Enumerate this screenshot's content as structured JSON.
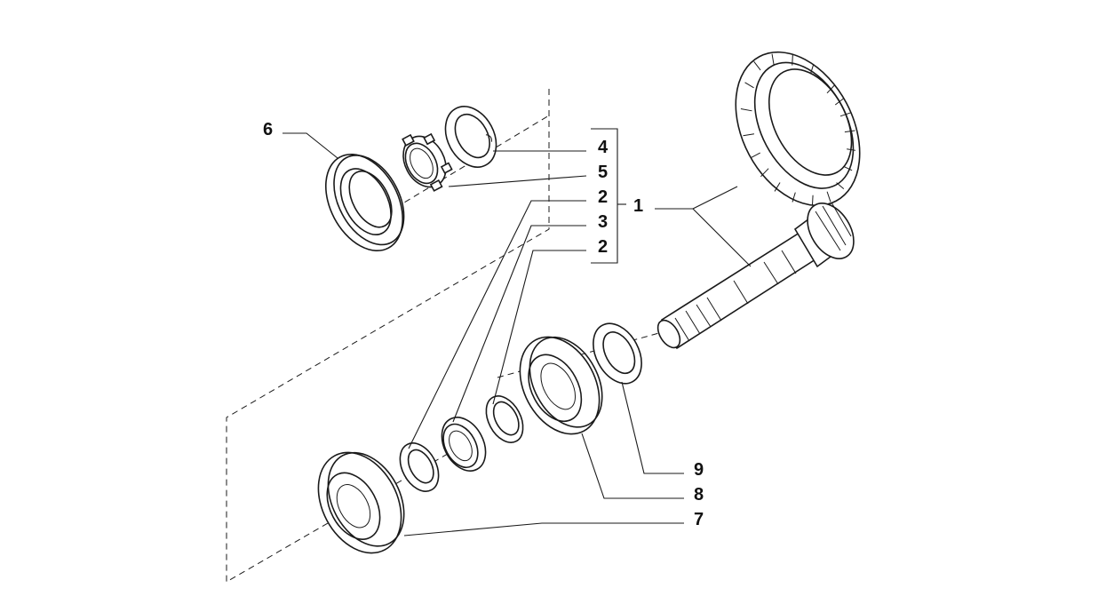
{
  "diagram": {
    "callouts": {
      "c1": "1",
      "c2a": "2",
      "c2b": "2",
      "c3": "3",
      "c4": "4",
      "c5": "5",
      "c6": "6",
      "c7": "7",
      "c8": "8",
      "c9": "9"
    },
    "colors": {
      "ink": "#1a1a1a",
      "paper": "#ffffff"
    }
  }
}
